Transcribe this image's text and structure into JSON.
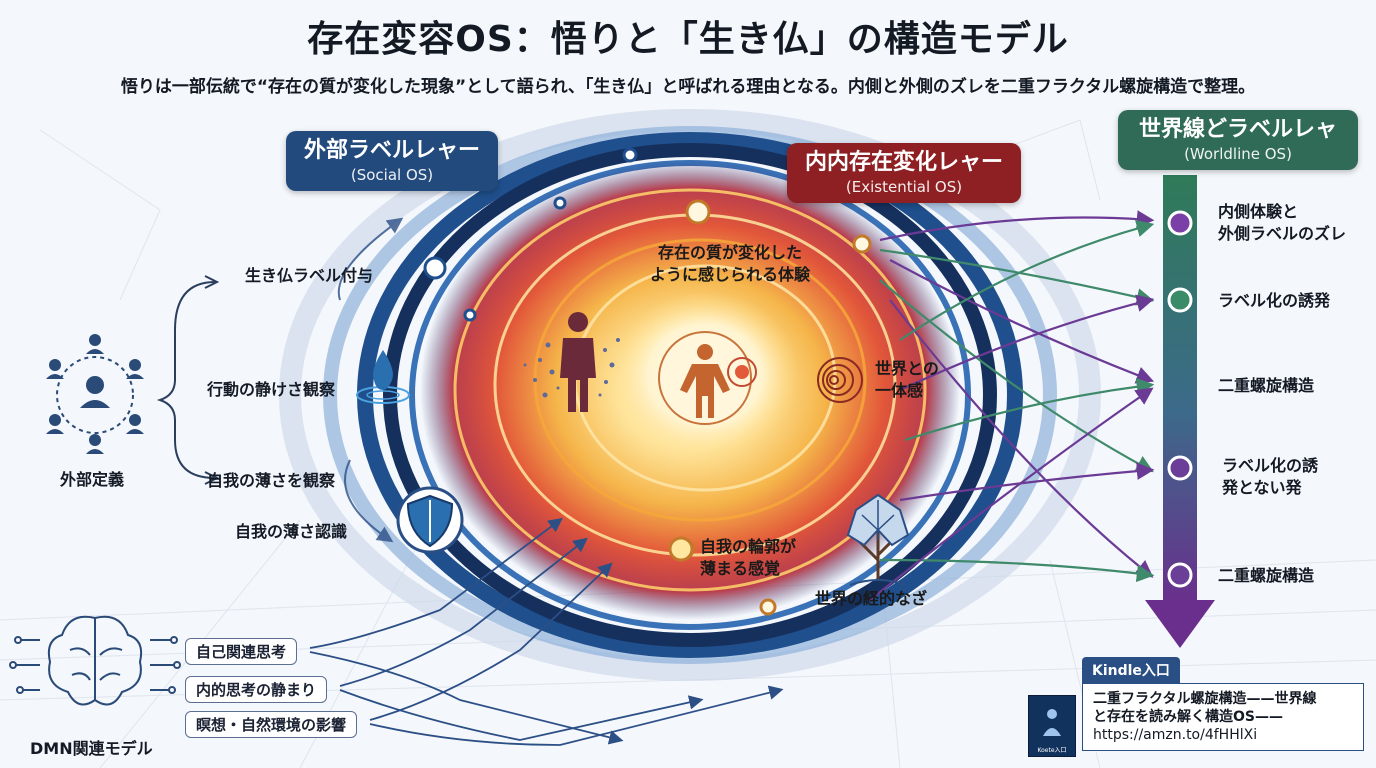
{
  "title": "存在変容OS：悟りと「生き仏」の構造モデル",
  "subtitle": "悟りは一部伝統で“存在の質が変化した現象”として語られ、「生き仏」と呼ばれる理由となる。内側と外側のズレを二重フラクタル螺旋構造で整理。",
  "layers": {
    "external": {
      "name": "外部ラベルレャー",
      "os": "(Social OS)",
      "color": "#234a7d"
    },
    "internal": {
      "name": "内内存在変化レャー",
      "os": "(Existential OS)",
      "color": "#8e1f22"
    },
    "worldline": {
      "name": "世界線どラベルレャ",
      "os": "(Worldline OS)",
      "color": "#2f6b57"
    }
  },
  "left": {
    "external_definition": "外部定義",
    "labels": [
      "生き仏ラベル付与",
      "行動の静けさ観察",
      "自我の薄さを観察",
      "自我の薄さ認識"
    ]
  },
  "dmn": {
    "title": "DMN関連モデル",
    "items": [
      "自己関連思考",
      "内的思考の静まり",
      "瞑想・自然環境の影響"
    ]
  },
  "inner": {
    "quality_change": [
      "存在の質が変化した",
      "ように感じられる体験"
    ],
    "oneness": [
      "世界との",
      "一体感"
    ],
    "ego_outline": [
      "自我の輪郭が",
      "薄まる感覚"
    ],
    "world_path": "世界の経的なざ"
  },
  "worldline": {
    "items": [
      [
        "内側体験と",
        "外側ラベルのズレ"
      ],
      [
        "ラベル化の誘発"
      ],
      [
        "二重螺旋構造"
      ],
      [
        "ラベル化の誘",
        "発とない発"
      ],
      [
        "二重螺旋構造"
      ]
    ],
    "node_colors": [
      "#7b3fa8",
      "#3a8c68",
      "#2f6b57",
      "#6b3f98",
      "#6b3f98"
    ]
  },
  "kindle": {
    "tab": "Kindle入口",
    "book_line1": "二重フラクタル螺旋構造——世界線",
    "book_line2": "と存在を読み解く構造OS——",
    "url": "https://amzn.to/4fHHlXi",
    "cover_text": "Koete入口"
  },
  "colors": {
    "spiral_blue": "#1f4f8c",
    "spiral_gold": "#f2b43a",
    "spiral_red": "#c8322a",
    "arrow_purple": "#6b3a95",
    "arrow_green": "#3f8a6a"
  }
}
